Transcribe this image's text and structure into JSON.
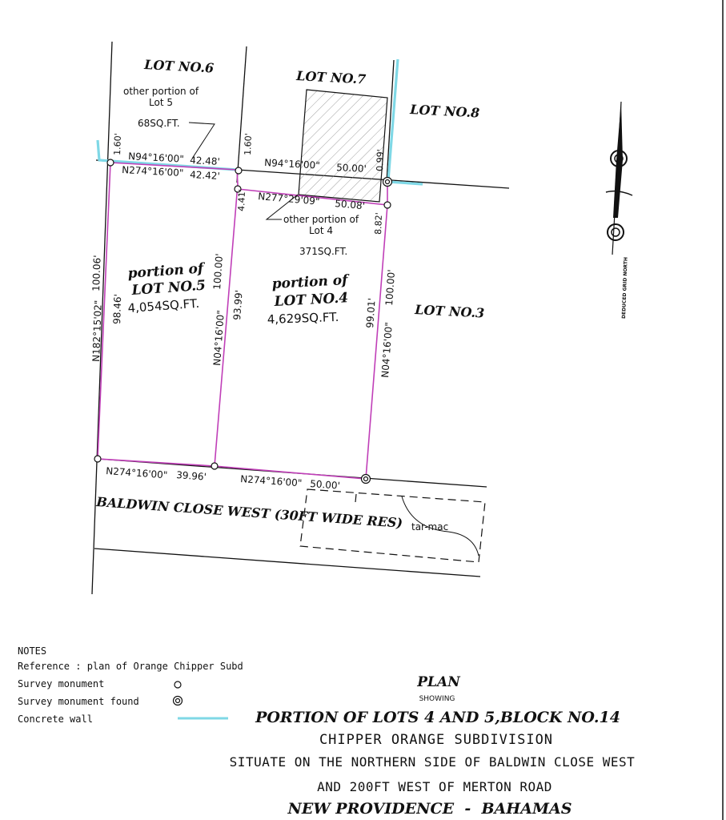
{
  "lots": {
    "lot6": "LOT NO.6",
    "lot7": "LOT NO.7",
    "lot8": "LOT NO.8",
    "lot3": "LOT NO.3"
  },
  "portion5": {
    "line1": "portion of",
    "line2": "LOT NO.5",
    "area": "4,054SQ.FT."
  },
  "portion4": {
    "line1": "portion of",
    "line2": "LOT NO.4",
    "area": "4,629SQ.FT."
  },
  "other5": {
    "line1": "other portion of",
    "line2": "Lot 5",
    "area": "68SQ.FT."
  },
  "other4": {
    "line1": "other portion of",
    "line2": "Lot 4",
    "area": "371SQ.FT."
  },
  "dimensions": {
    "top_left_bearing": "N94°16'00\"",
    "top_left_dist": "42.48'",
    "top_left_bearing2": "N274°16'00\"",
    "top_left_dist2": "42.42'",
    "top_mid_bearing": "N94°16'00\"",
    "top_mid_dist": "50.00'",
    "inner_bearing": "N277°29'09\"",
    "inner_dist": "50.08'",
    "off_left": "1.60'",
    "off_mid": "1.60'",
    "off_right": "0.99'",
    "off_441": "4.41'",
    "off_882": "8.82'",
    "west_bearing": "N182°15'02\"",
    "west_dist": "100.06'",
    "west_inner": "98.46'",
    "mid_bearing": "N04°16'00\"",
    "mid_dist": "100.00'",
    "mid_inner": "93.99'",
    "east_bearing": "N04°16'00\"",
    "east_dist": "100.00'",
    "east_inner": "99.01'",
    "bottom_left_bearing": "N274°16'00\"",
    "bottom_left_dist": "39.96'",
    "bottom_right_bearing": "N274°16'00\"",
    "bottom_right_dist": "50.00'"
  },
  "road": {
    "name": "BALDWIN CLOSE WEST (30FT WIDE RES)",
    "surface": "tar-mac"
  },
  "north_arrow": "DEDUCED GRID NORTH",
  "notes": {
    "title": "NOTES",
    "reference": "Reference : plan of Orange Chipper Subd",
    "survey_monument": "Survey monument",
    "survey_monument_found": "Survey monument found",
    "concrete_wall": "Concrete wall"
  },
  "title_block": {
    "plan": "PLAN",
    "showing": "SHOWING",
    "line1": "PORTION OF LOTS 4 AND 5,BLOCK NO.14",
    "line2": "CHIPPER ORANGE SUBDIVISION",
    "line3": "SITUATE ON THE NORTHERN SIDE OF BALDWIN CLOSE WEST",
    "line4": "AND 200FT WEST OF MERTON ROAD",
    "line5": "NEW PROVIDENCE  -  BAHAMAS"
  },
  "colors": {
    "boundary": "#c03fb8",
    "concrete_wall": "#7fd8e6",
    "ink": "#111111"
  }
}
